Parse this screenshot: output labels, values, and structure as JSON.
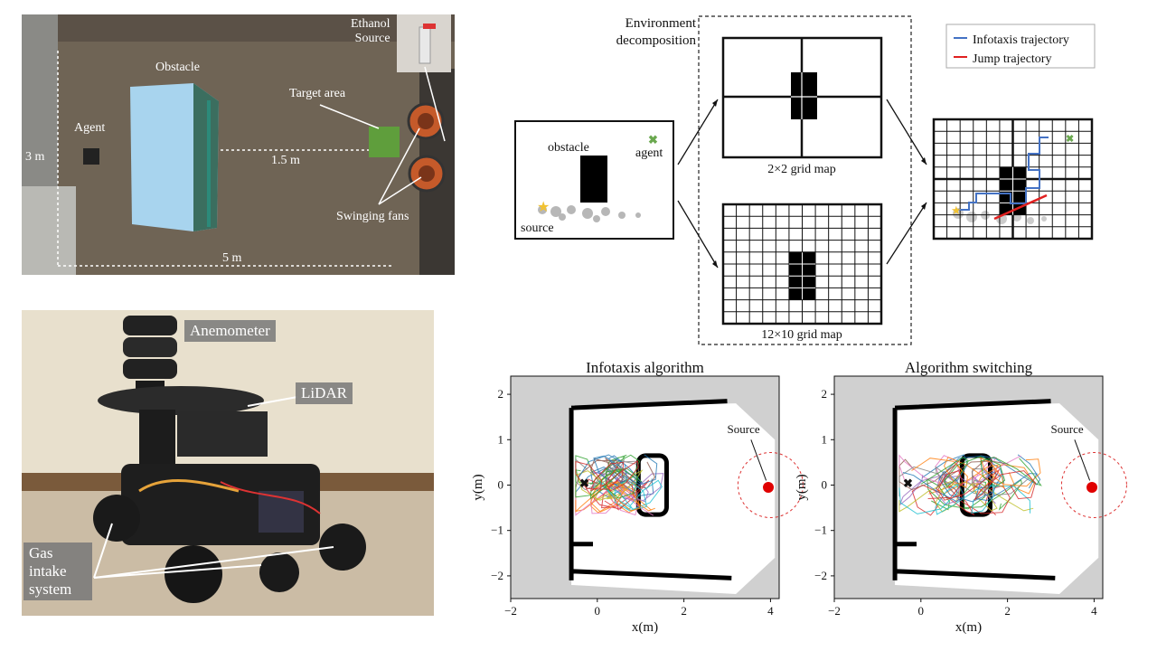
{
  "photo_top": {
    "labels": {
      "ethanol_source": "Ethanol\nSource",
      "obstacle": "Obstacle",
      "target_area": "Target area",
      "agent": "Agent",
      "dist_15": "1.5 m",
      "dist_3": "3 m",
      "dist_5": "5 m",
      "fans": "Swinging fans"
    }
  },
  "photo_robot": {
    "labels": {
      "anemometer": "Anemometer",
      "lidar": "LiDAR",
      "gas_intake": "Gas\nintake\nsystem"
    }
  },
  "decomposition": {
    "title": "Environment\ndecomposition",
    "env_labels": {
      "obstacle": "obstacle",
      "agent": "agent",
      "source": "source"
    },
    "grid_2x2_label": "2×2 grid map",
    "grid_12x10_label": "12×10 grid map",
    "legend": {
      "infotaxis": "Infotaxis trajectory",
      "jump": "Jump trajectory"
    },
    "colors": {
      "infotaxis": "#4472c4",
      "jump": "#e02020",
      "agent": "#6aa84f",
      "source": "#f1c232"
    }
  },
  "plots": [
    {
      "title": "Infotaxis algorithm",
      "xlabel": "x(m)",
      "ylabel": "y(m)",
      "source_label": "Source",
      "xticks": [
        "−2",
        "0",
        "2",
        "4"
      ],
      "yticks": [
        "2",
        "1",
        "0",
        "−1",
        "−2"
      ]
    },
    {
      "title": "Algorithm switching",
      "xlabel": "x(m)",
      "ylabel": "y(m)",
      "source_label": "Source",
      "xticks": [
        "−2",
        "0",
        "2",
        "4"
      ],
      "yticks": [
        "2",
        "1",
        "0",
        "−1",
        "−2"
      ]
    }
  ]
}
